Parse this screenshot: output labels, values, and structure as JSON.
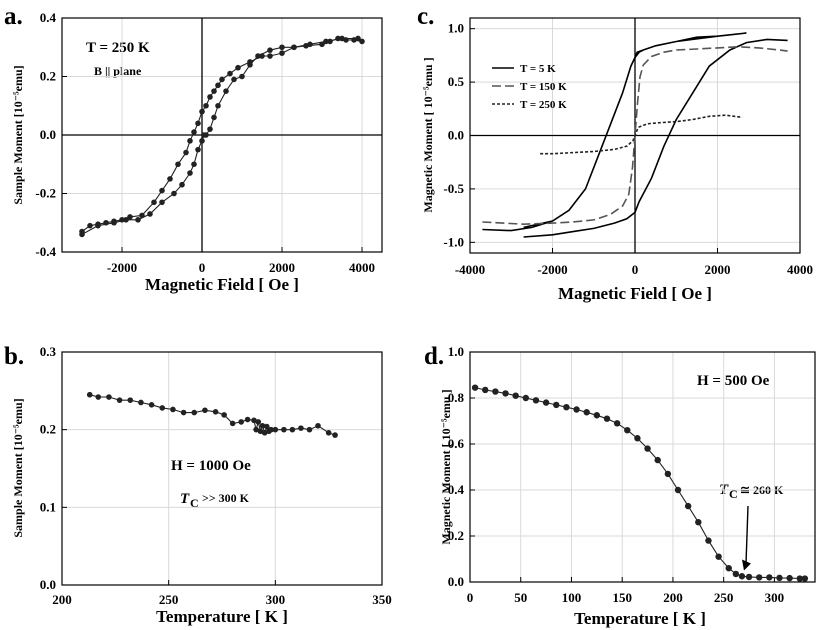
{
  "chart_data": [
    {
      "panel": "a.",
      "type": "line",
      "xlabel": "Magnetic   Field   [ Oe ]",
      "ylabel": "Sample Moment   [10⁻⁵emu]",
      "xlim": [
        -3500,
        4500
      ],
      "ylim": [
        -0.4,
        0.4
      ],
      "xticks": [
        -2000,
        0,
        2000,
        4000
      ],
      "yticks": [
        -0.4,
        -0.2,
        0.0,
        0.2,
        0.4
      ],
      "ytick_labels": [
        "-0.4",
        "-0.2",
        "0.0",
        "0.2",
        "0.4"
      ],
      "grid": true,
      "annotations": [
        "T = 250 K",
        "B || plane"
      ],
      "series": [
        {
          "style": "line-markers",
          "x": [
            -3000,
            -2800,
            -2600,
            -2400,
            -2200,
            -2000,
            -1800,
            -1500,
            -1200,
            -1000,
            -800,
            -600,
            -400,
            -300,
            -200,
            -100,
            0,
            100,
            200,
            300,
            400,
            500,
            700,
            900,
            1200,
            1500,
            1700,
            2000,
            2300,
            2600,
            3000,
            3200,
            3400,
            3600,
            3800,
            4000
          ],
          "y": [
            -0.33,
            -0.31,
            -0.305,
            -0.3,
            -0.295,
            -0.29,
            -0.28,
            -0.275,
            -0.23,
            -0.19,
            -0.15,
            -0.1,
            -0.06,
            -0.02,
            0.01,
            0.04,
            0.08,
            0.1,
            0.13,
            0.15,
            0.17,
            0.19,
            0.21,
            0.23,
            0.25,
            0.27,
            0.27,
            0.28,
            0.3,
            0.305,
            0.31,
            0.32,
            0.33,
            0.325,
            0.325,
            0.32
          ]
        },
        {
          "style": "line-markers",
          "x": [
            -3000,
            -2600,
            -2200,
            -1900,
            -1600,
            -1300,
            -1000,
            -700,
            -500,
            -300,
            -200,
            -100,
            0,
            50,
            100,
            200,
            300,
            400,
            600,
            800,
            1000,
            1200,
            1400,
            1700,
            2000,
            2300,
            2700,
            3100,
            3500,
            3900
          ],
          "y": [
            -0.34,
            -0.31,
            -0.3,
            -0.29,
            -0.29,
            -0.27,
            -0.23,
            -0.2,
            -0.17,
            -0.13,
            -0.1,
            -0.05,
            -0.02,
            0.0,
            0.0,
            0.02,
            0.06,
            0.1,
            0.15,
            0.19,
            0.2,
            0.24,
            0.27,
            0.29,
            0.3,
            0.3,
            0.31,
            0.32,
            0.33,
            0.33
          ]
        }
      ]
    },
    {
      "panel": "b.",
      "type": "line",
      "xlabel": "Temperature   [   K   ]",
      "ylabel": "Sample Moment   [10⁻⁵emu]",
      "xlim": [
        200,
        350
      ],
      "ylim": [
        0.0,
        0.3
      ],
      "xticks": [
        200,
        250,
        300,
        350
      ],
      "yticks": [
        0.0,
        0.1,
        0.2,
        0.3
      ],
      "ytick_labels": [
        "0.0",
        "0.1",
        "0.2",
        "0.3"
      ],
      "grid": true,
      "annotations": [
        "H = 1000 Oe",
        "T",
        "C",
        ">> 300 K"
      ],
      "series": [
        {
          "style": "line-markers",
          "x": [
            213,
            217,
            222,
            227,
            232,
            237,
            242,
            247,
            252,
            257,
            262,
            267,
            272,
            276,
            280,
            284,
            287,
            290,
            291,
            292,
            293,
            294,
            295,
            296,
            297,
            298,
            300,
            304,
            308,
            312,
            316,
            320,
            325,
            328
          ],
          "y": [
            0.245,
            0.242,
            0.242,
            0.238,
            0.238,
            0.235,
            0.232,
            0.228,
            0.226,
            0.222,
            0.222,
            0.225,
            0.223,
            0.219,
            0.208,
            0.21,
            0.213,
            0.212,
            0.2,
            0.21,
            0.198,
            0.205,
            0.196,
            0.204,
            0.198,
            0.2,
            0.2,
            0.2,
            0.2,
            0.202,
            0.2,
            0.205,
            0.196,
            0.193
          ]
        }
      ]
    },
    {
      "panel": "c.",
      "type": "line",
      "xlabel": "Magnetic   Field   [ Oe ]",
      "ylabel": "Magnetic  Moment   [ 10⁻⁵emu ]",
      "xlim": [
        -4000,
        4000
      ],
      "ylim": [
        -1.1,
        1.1
      ],
      "xticks": [
        -4000,
        -2000,
        0,
        2000,
        4000
      ],
      "yticks": [
        -1.0,
        -0.5,
        0.0,
        0.5,
        1.0
      ],
      "ytick_labels": [
        "-1.0",
        "-0.5",
        "0.0",
        "0.5",
        "1.0"
      ],
      "grid": true,
      "legend_position": "upper-left",
      "series": [
        {
          "name": "T = 5 K",
          "style": "solid",
          "x": [
            -3700,
            -3000,
            -2500,
            -2000,
            -1600,
            -1200,
            -900,
            -600,
            -300,
            -100,
            0,
            100,
            200,
            500,
            1000,
            1500,
            2000,
            2500,
            2700,
            "",
            2700,
            2000,
            1000,
            500,
            200,
            50,
            0,
            -100,
            -300,
            -600,
            -900,
            -1200,
            -1600,
            -2000,
            -2700,
            "",
            3700,
            3200,
            2700,
            2300,
            1800,
            1400,
            1000,
            700,
            400,
            100,
            0,
            -200,
            -500,
            -1000,
            -1500,
            -2000,
            -2700
          ],
          "y": [
            -0.88,
            -0.89,
            -0.86,
            -0.8,
            -0.7,
            -0.5,
            -0.2,
            0.1,
            0.4,
            0.65,
            0.73,
            0.78,
            0.8,
            0.84,
            0.88,
            0.92,
            0.93,
            0.95,
            0.96,
            null,
            0.96,
            0.93,
            0.88,
            0.84,
            0.8,
            0.78,
            0.73,
            0.65,
            0.4,
            0.1,
            -0.2,
            -0.5,
            -0.7,
            -0.8,
            -0.86,
            null,
            0.89,
            0.9,
            0.87,
            0.8,
            0.65,
            0.4,
            0.15,
            -0.1,
            -0.4,
            -0.62,
            -0.72,
            -0.78,
            -0.82,
            -0.87,
            -0.9,
            -0.93,
            -0.95
          ]
        },
        {
          "name": "T = 150 K",
          "style": "dashed",
          "x": [
            -3700,
            -3200,
            -2700,
            -2000,
            -1500,
            -1000,
            -600,
            -300,
            -150,
            -60,
            0,
            60,
            120,
            200,
            400,
            700,
            1000,
            1500,
            2000,
            2500,
            3000,
            3500,
            3700
          ],
          "y": [
            -0.81,
            -0.82,
            -0.83,
            -0.82,
            -0.81,
            -0.79,
            -0.74,
            -0.66,
            -0.55,
            -0.3,
            0.0,
            0.3,
            0.55,
            0.66,
            0.74,
            0.78,
            0.8,
            0.81,
            0.82,
            0.83,
            0.82,
            0.8,
            0.79
          ]
        },
        {
          "name": "T = 250 K",
          "style": "dotted",
          "x": [
            -2300,
            -2000,
            -1500,
            -1000,
            -500,
            -200,
            -50,
            0,
            50,
            100,
            300,
            600,
            1000,
            1400,
            1800,
            2200,
            2600
          ],
          "y": [
            -0.17,
            -0.17,
            -0.16,
            -0.15,
            -0.13,
            -0.1,
            -0.05,
            0.0,
            0.05,
            0.08,
            0.11,
            0.12,
            0.13,
            0.15,
            0.18,
            0.19,
            0.17
          ]
        }
      ]
    },
    {
      "panel": "d.",
      "type": "line",
      "xlabel": "Temperature   [   K   ]",
      "ylabel": "Magnetic  Moment   [ 10⁻⁵emu ]",
      "xlim": [
        0,
        340
      ],
      "ylim": [
        0.0,
        1.0
      ],
      "xticks": [
        0,
        50,
        100,
        150,
        200,
        250,
        300
      ],
      "yticks": [
        0.0,
        0.2,
        0.4,
        0.6,
        0.8,
        1.0
      ],
      "ytick_labels": [
        "0.0",
        "0.2",
        "0.4",
        "0.6",
        "0.8",
        "1.0"
      ],
      "grid": true,
      "annotations": [
        "H = 500 Oe",
        "T",
        "C",
        "≅ 260 K"
      ],
      "arrow_to": [
        270,
        0.05
      ],
      "series": [
        {
          "style": "dense-markers",
          "x": [
            5,
            15,
            25,
            35,
            45,
            55,
            65,
            75,
            85,
            95,
            105,
            115,
            125,
            135,
            145,
            155,
            165,
            175,
            185,
            195,
            205,
            215,
            225,
            235,
            245,
            255,
            262,
            268,
            275,
            285,
            295,
            305,
            315,
            325,
            330
          ],
          "y": [
            0.845,
            0.835,
            0.828,
            0.82,
            0.81,
            0.8,
            0.79,
            0.78,
            0.77,
            0.76,
            0.75,
            0.738,
            0.725,
            0.71,
            0.69,
            0.66,
            0.625,
            0.58,
            0.53,
            0.47,
            0.4,
            0.33,
            0.26,
            0.18,
            0.11,
            0.06,
            0.035,
            0.025,
            0.022,
            0.02,
            0.02,
            0.018,
            0.017,
            0.015,
            0.015
          ]
        }
      ]
    }
  ],
  "labels": {
    "a_panel": "a.",
    "a_annot1": "T = 250 K",
    "a_annot2": "B || plane",
    "b_panel": "b.",
    "b_annot1": "H = 1000 Oe",
    "b_tc_t": "T",
    "b_tc_c": "C",
    "b_tc_rest": ">> 300 K",
    "c_panel": "c.",
    "c_legend": [
      "T = 5 K",
      "T = 150 K",
      "T = 250 K"
    ],
    "d_panel": "d.",
    "d_annot1": "H = 500 Oe",
    "d_tc_t": "T",
    "d_tc_c": "C",
    "d_tc_rest": "≅ 260 K"
  }
}
